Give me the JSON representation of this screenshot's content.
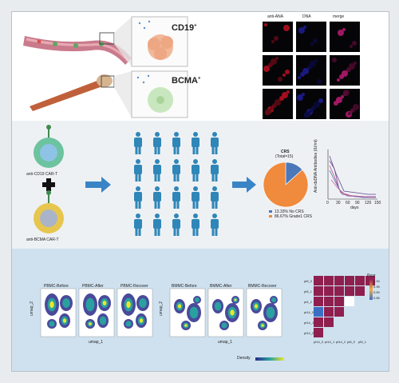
{
  "top_panel": {
    "cd19_label": "CD19",
    "cd19_sup": "+",
    "bcma_label": "BCMA",
    "bcma_sup": "+",
    "micro_headers": [
      "anti-ANA",
      "DNA",
      "merge"
    ]
  },
  "mid_panel": {
    "car_t_1": "anti-CD19 CAR-T",
    "car_t_2": "anti-BCMA CAR-T",
    "plus": "+",
    "pie": {
      "title": "CRS",
      "subtitle": "(Total=15)",
      "legend": [
        {
          "label": "13.33% No CRS",
          "color": "#4a78b8"
        },
        {
          "label": "86.67% Grade1 CRS",
          "color": "#f08a3c"
        }
      ]
    },
    "line_chart": {
      "ylabel": "Anti-dsDNA Antibodies (IU/ml)",
      "xlabel": "days",
      "xticks": [
        "0",
        "30",
        "60",
        "90",
        "120",
        "150"
      ]
    }
  },
  "bot_panel": {
    "pbmc_titles": [
      "PBMC-Before",
      "PBMC-After",
      "PBMC-Recover"
    ],
    "bmmc_titles": [
      "BMMC-Before",
      "BMMC-After",
      "BMMC-Recover"
    ],
    "umap_x": "umap_1",
    "umap_y": "umap_2",
    "density_label": "Density",
    "heatmap": {
      "legend_title": "Pear",
      "row_labels": [
        "pt5_0",
        "pt5_1",
        "pt4_2",
        "pt14_0",
        "pt14_1",
        "pt14_2"
      ],
      "col_labels": [
        "pt14_0",
        "pt14_1",
        "pt14_2",
        "pt5_0",
        "pt5_1"
      ],
      "scale": [
        "1.00",
        "0.95",
        "0.90",
        "0.85"
      ]
    }
  },
  "chart_data": [
    {
      "type": "pie",
      "title": "CRS",
      "subtitle": "(Total=15)",
      "categories": [
        "No CRS",
        "Grade1 CRS"
      ],
      "values": [
        13.33,
        86.67
      ]
    }
  ],
  "colors": {
    "top_bg": "#ffffff",
    "mid_bg": "#eef1f4",
    "bot_bg": "#cfe1ef",
    "person": "#2f86b8",
    "arrow": "#3a84c6",
    "heat_cell": "#8e1f4e"
  }
}
